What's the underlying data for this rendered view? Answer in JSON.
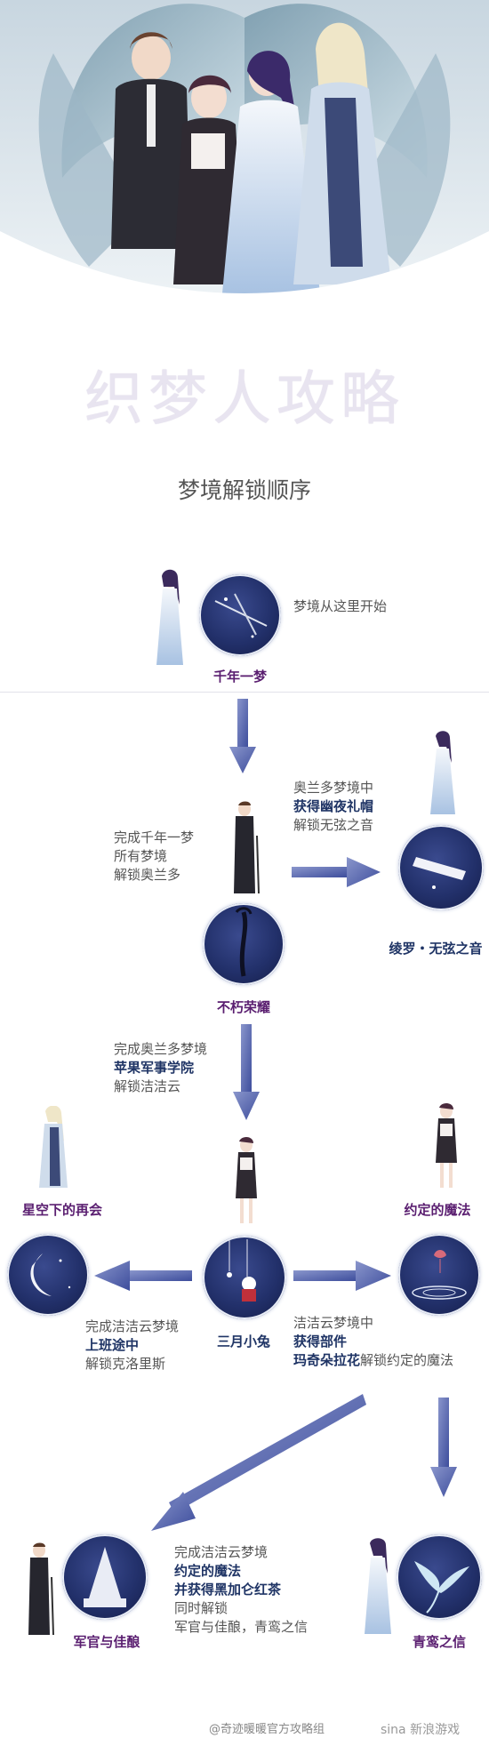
{
  "title": "织梦人攻略",
  "subtitle": "梦境解锁顺序",
  "start_note": "梦境从这里开始",
  "nodes": {
    "n1": "千年一梦",
    "n2": "不朽荣耀",
    "n3": "绫罗・无弦之音",
    "n4": "星空下的再会",
    "n5": "约定的魔法",
    "n6": "三月小兔",
    "n7": "军官与佳酿",
    "n8": "青鸾之信"
  },
  "notes": {
    "a": [
      "完成千年一梦",
      "所有梦境",
      "解锁奥兰多"
    ],
    "b": [
      "奥兰多梦境中",
      "获得幽夜礼帽",
      "解锁无弦之音"
    ],
    "c": [
      "完成奥兰多梦境",
      "苹果军事学院",
      "解锁洁洁云"
    ],
    "d": [
      "完成洁洁云梦境",
      "上班途中",
      "解锁克洛里斯"
    ],
    "e1": "洁洁云梦境中",
    "e2": "获得部件",
    "e3_bold": "玛奇朵拉花",
    "e3_rest": "解锁约定的魔法",
    "f": [
      "完成洁洁云梦境",
      "约定的魔法",
      "并获得黑加仑红茶",
      "同时解锁",
      "军官与佳酿，青鸾之信"
    ]
  },
  "footer": "@奇迹暖暖官方攻略组",
  "watermark": "sina 新浪游戏",
  "colors": {
    "purple": "#5a1e70",
    "navy": "#1f3465",
    "arrow": "#4a5aa8"
  }
}
